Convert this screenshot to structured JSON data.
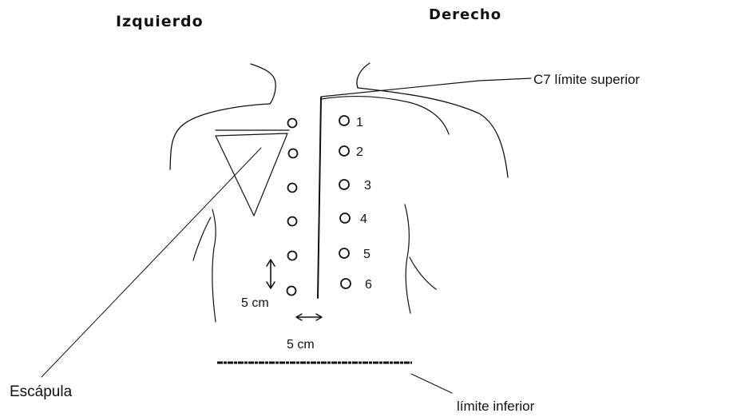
{
  "labels": {
    "left_side": "Izquierdo",
    "right_side": "Derecho",
    "upper_limit": "C7   límite superior",
    "lower_limit": "límite inferior",
    "scapula": "Escápula",
    "vertical_spacing": "5 cm",
    "horizontal_spacing": "5 cm"
  },
  "electrodes": {
    "right_numbers": [
      "1",
      "2",
      "3",
      "4",
      "5",
      "6"
    ]
  },
  "colors": {
    "ink": "#111111",
    "background": "#ffffff"
  }
}
